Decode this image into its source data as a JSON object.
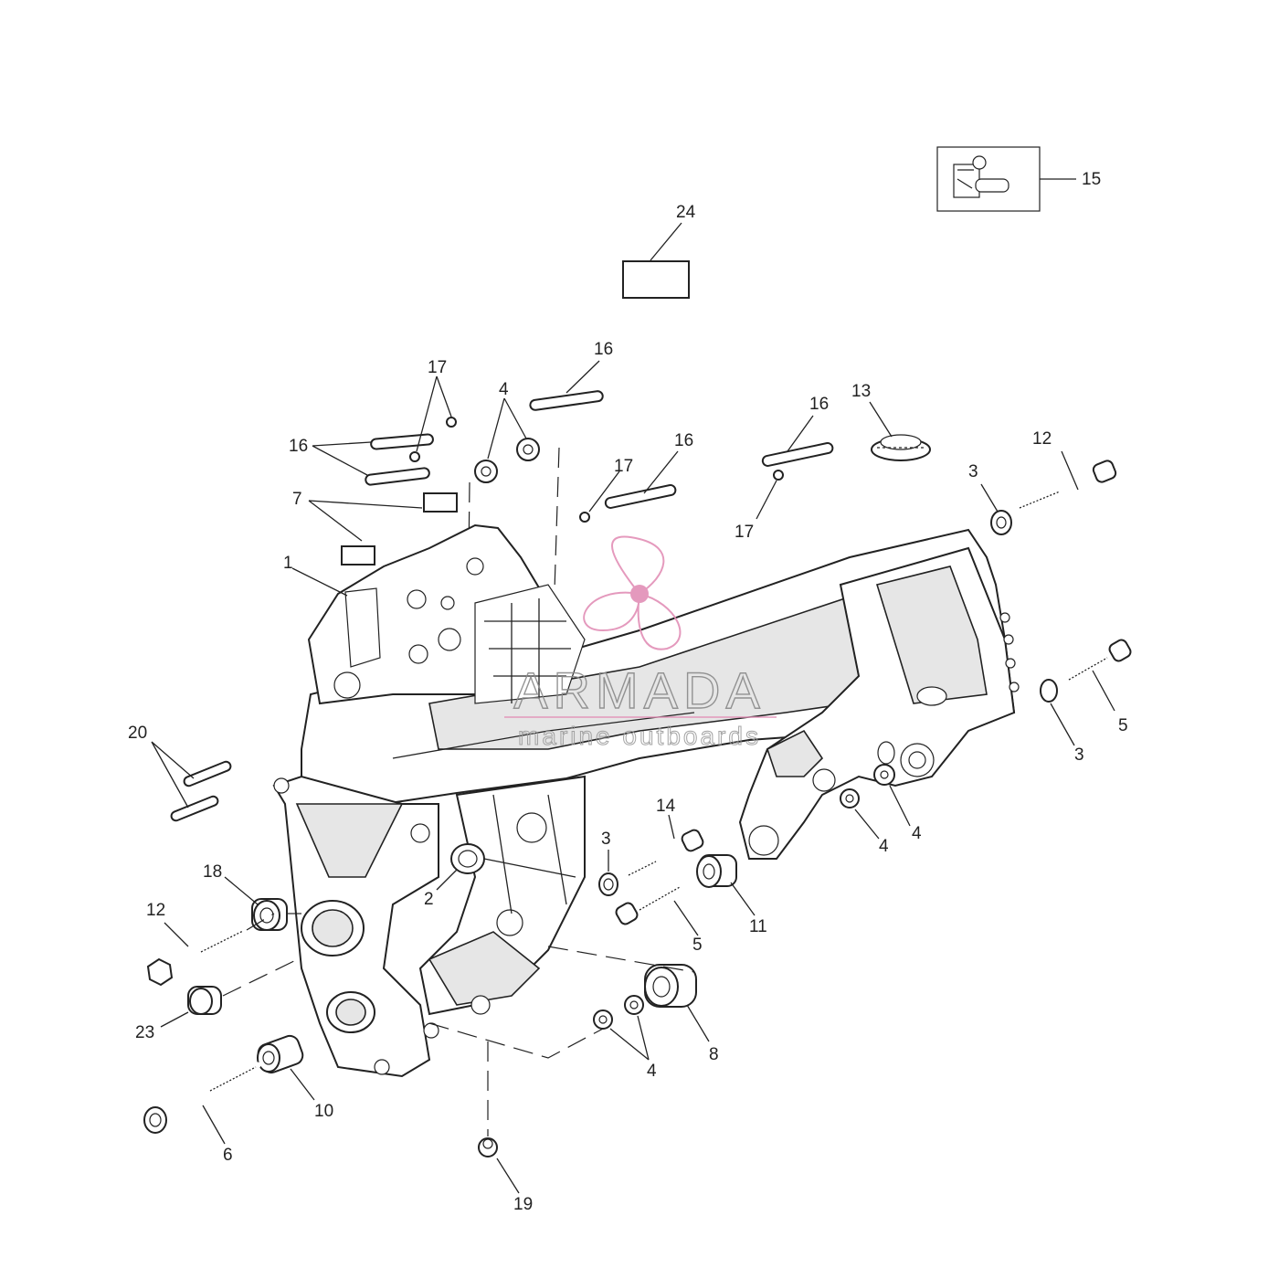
{
  "watermark": {
    "brand": "ARMADA",
    "tagline": "marine outboards",
    "accent_color": "#e28fb6"
  },
  "callouts": [
    {
      "id": "c1",
      "text": "1"
    },
    {
      "id": "c2",
      "text": "2"
    },
    {
      "id": "c3a",
      "text": "3"
    },
    {
      "id": "c3b",
      "text": "3"
    },
    {
      "id": "c3c",
      "text": "3"
    },
    {
      "id": "c4a",
      "text": "4"
    },
    {
      "id": "c4b",
      "text": "4"
    },
    {
      "id": "c4c",
      "text": "4"
    },
    {
      "id": "c4d",
      "text": "4"
    },
    {
      "id": "c5a",
      "text": "5"
    },
    {
      "id": "c5b",
      "text": "5"
    },
    {
      "id": "c6",
      "text": "6"
    },
    {
      "id": "c7",
      "text": "7"
    },
    {
      "id": "c8",
      "text": "8"
    },
    {
      "id": "c10",
      "text": "10"
    },
    {
      "id": "c11",
      "text": "11"
    },
    {
      "id": "c12a",
      "text": "12"
    },
    {
      "id": "c12b",
      "text": "12"
    },
    {
      "id": "c13",
      "text": "13"
    },
    {
      "id": "c14",
      "text": "14"
    },
    {
      "id": "c15",
      "text": "15"
    },
    {
      "id": "c16a",
      "text": "16"
    },
    {
      "id": "c16b",
      "text": "16"
    },
    {
      "id": "c16c",
      "text": "16"
    },
    {
      "id": "c16d",
      "text": "16"
    },
    {
      "id": "c17a",
      "text": "17"
    },
    {
      "id": "c17b",
      "text": "17"
    },
    {
      "id": "c17c",
      "text": "17"
    },
    {
      "id": "c18",
      "text": "18"
    },
    {
      "id": "c19",
      "text": "19"
    },
    {
      "id": "c20",
      "text": "20"
    },
    {
      "id": "c23",
      "text": "23"
    },
    {
      "id": "c24",
      "text": "24"
    }
  ]
}
